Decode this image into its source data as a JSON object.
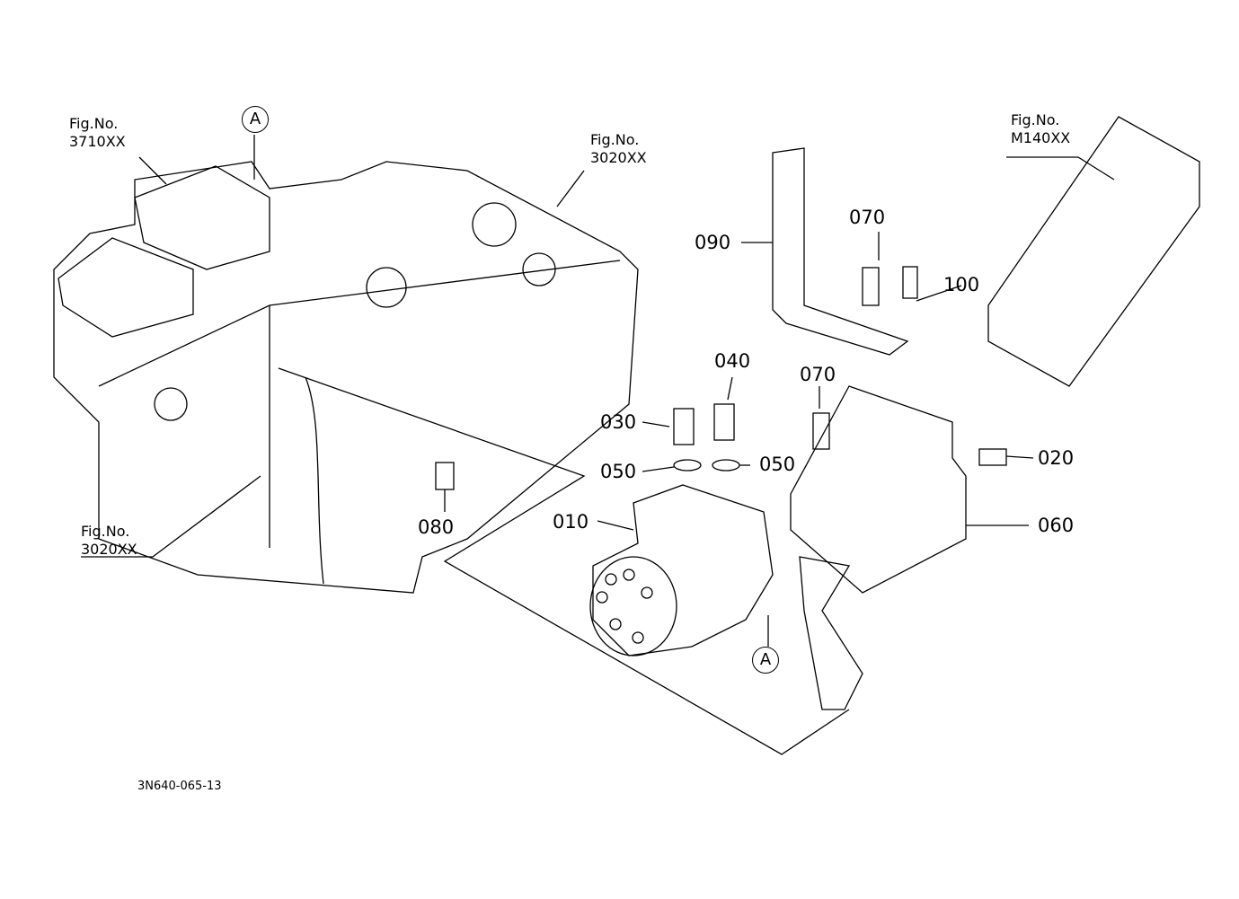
{
  "figure_refs": [
    {
      "line1": "Fig.No.",
      "line2": "3710XX"
    },
    {
      "line1": "Fig.No.",
      "line2": "3020XX"
    },
    {
      "line1": "Fig.No.",
      "line2": "M140XX"
    },
    {
      "line1": "Fig.No.",
      "line2": "3020XX"
    }
  ],
  "part_labels": [
    "090",
    "070",
    "100",
    "040",
    "030",
    "070",
    "050",
    "050",
    "020",
    "010",
    "060",
    "080"
  ],
  "view_markers": [
    "A",
    "A"
  ],
  "drawing_code": "3N640-065-13"
}
